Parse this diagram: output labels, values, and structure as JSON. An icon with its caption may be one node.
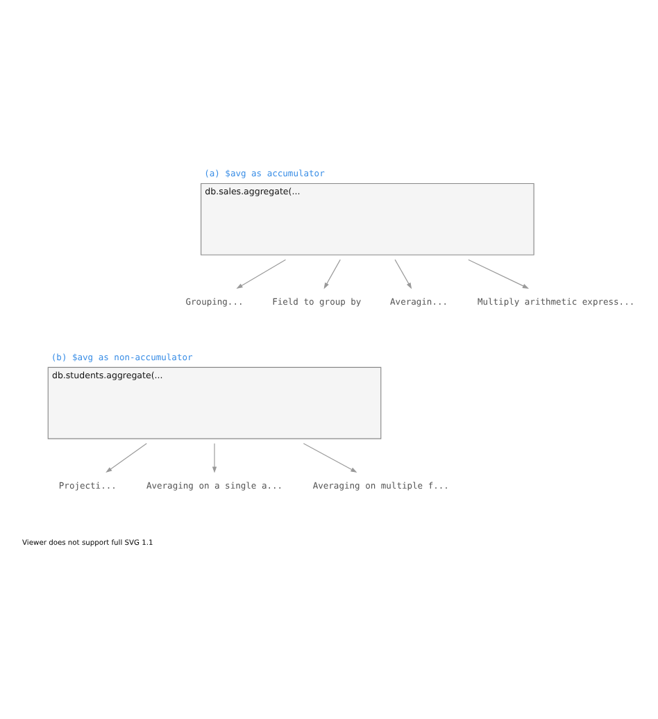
{
  "diagram": {
    "nodes": [
      {
        "text": [
          "(a) $avg as accumulator",
          "db.sales.aggregate(..."
        ]
      },
      {
        "text": [
          "Grouping..."
        ]
      },
      {
        "text": [
          "Field to group by"
        ]
      },
      {
        "text": [
          "Averagin..."
        ]
      },
      {
        "text": [
          "Multiply arithmetic express..."
        ]
      },
      {
        "text": [
          "(b) $avg as non-accumulator",
          "db.students.aggregate(..."
        ]
      },
      {
        "text": [
          "Projecti..."
        ]
      },
      {
        "text": [
          "Averaging on a single a..."
        ]
      },
      {
        "text": [
          "Averaging on multiple f..."
        ]
      }
    ],
    "edges": [
      {
        "from": 0,
        "to": 1,
        "arrow": "to"
      },
      {
        "from": 0,
        "to": 2,
        "arrow": "to"
      },
      {
        "from": 0,
        "to": 3,
        "arrow": "to"
      },
      {
        "from": 0,
        "to": 4,
        "arrow": "to"
      },
      {
        "from": 5,
        "to": 6,
        "arrow": "to"
      },
      {
        "from": 5,
        "to": 7,
        "arrow": "to"
      },
      {
        "from": 5,
        "to": 8,
        "arrow": "to"
      }
    ],
    "labels": [
      "Viewer does not support full SVG 1.1"
    ]
  }
}
